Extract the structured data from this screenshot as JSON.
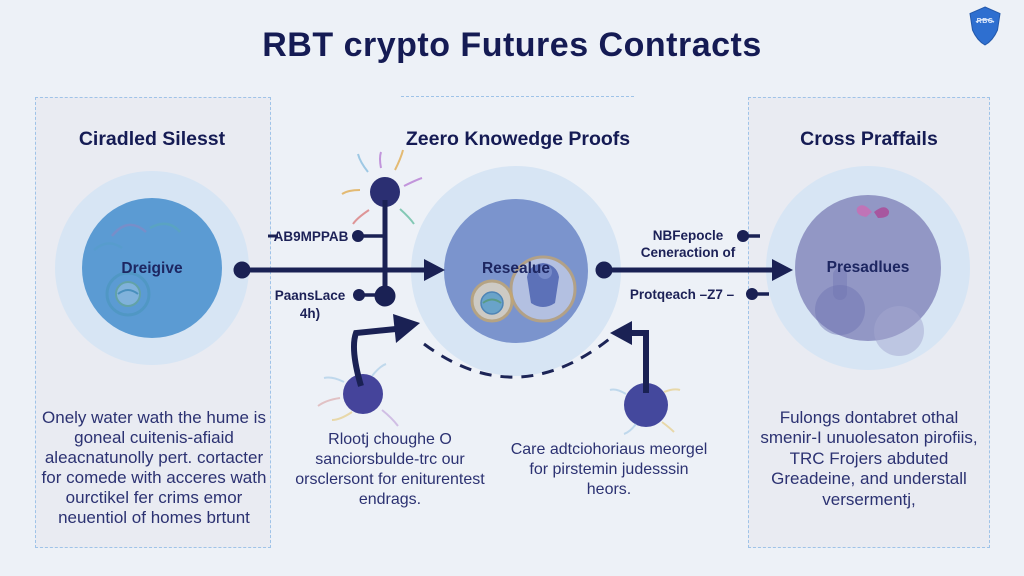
{
  "title": "RBT crypto Futures Contracts",
  "badge": {
    "label": "RBC"
  },
  "panels": {
    "left": {
      "header": "Ciradled Silesst",
      "circle_label": "Dreigive",
      "paragraph": "Onely water wath the hume is goneal cuitenis-afiaid aleacnatunolly pert. cortacter for comede with acceres wath ourctikel fer crims emor neuentiol of homes brtunt"
    },
    "middle": {
      "header": "Zeero Knowedge Proofs",
      "circle_label": "Resealue",
      "paragraph_left": "Rlootj choughe O sanciorsbulde-trc our orsclersont for eniturentest endrags.",
      "paragraph_right": "Care adtciohoriaus meorgel for pirstemin judesssin heors."
    },
    "right": {
      "header": "Cross Praffails",
      "circle_label": "Presadlues",
      "paragraph": "Fulongs dontabret othal smenir-I unuolesaton pirofiis, TRC Frojers abduted Greadeine, and understall versermentj,"
    }
  },
  "connector_labels": {
    "left_top": "AB9MPPAB",
    "left_bottom_line1": "PaansLace",
    "left_bottom_line2": "4h)",
    "right_top_line1": "NBFepocle",
    "right_top_line2": "Ceneraction of",
    "right_bottom": "Protqeach –Z7 –"
  },
  "colors": {
    "title_text": "#151b54",
    "arrow": "#1a2154",
    "panel_fill": "#e9ebf2",
    "panel_border": "#9fc3e8",
    "halo": "#d7e5f4",
    "circle_left": "#5b9bd3",
    "circle_middle": "#7b94cd",
    "circle_right": "#9297c5",
    "badge_fill": "#2e6fd0",
    "background": "#edf1f7"
  }
}
